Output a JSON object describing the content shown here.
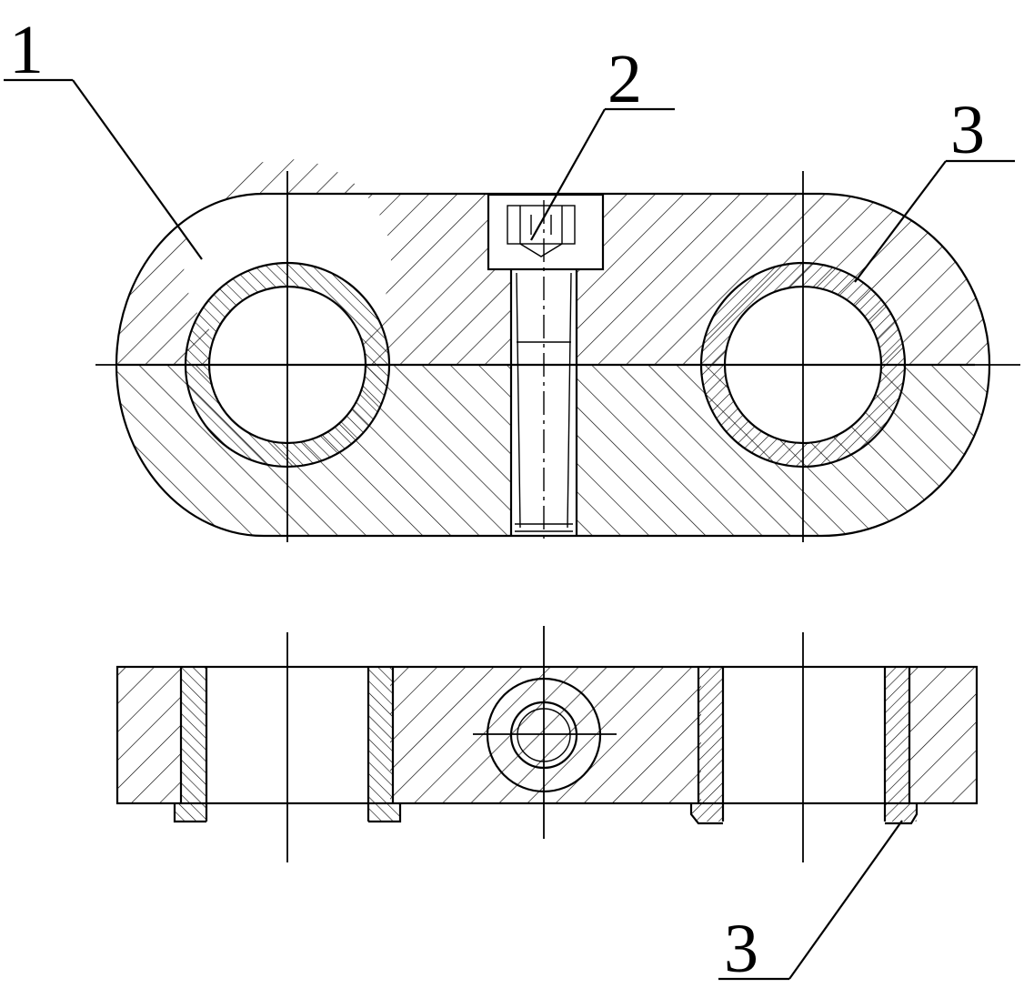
{
  "callouts": {
    "part_1": "1",
    "part_2": "2",
    "part_3_top": "3",
    "part_3_bottom": "3"
  }
}
